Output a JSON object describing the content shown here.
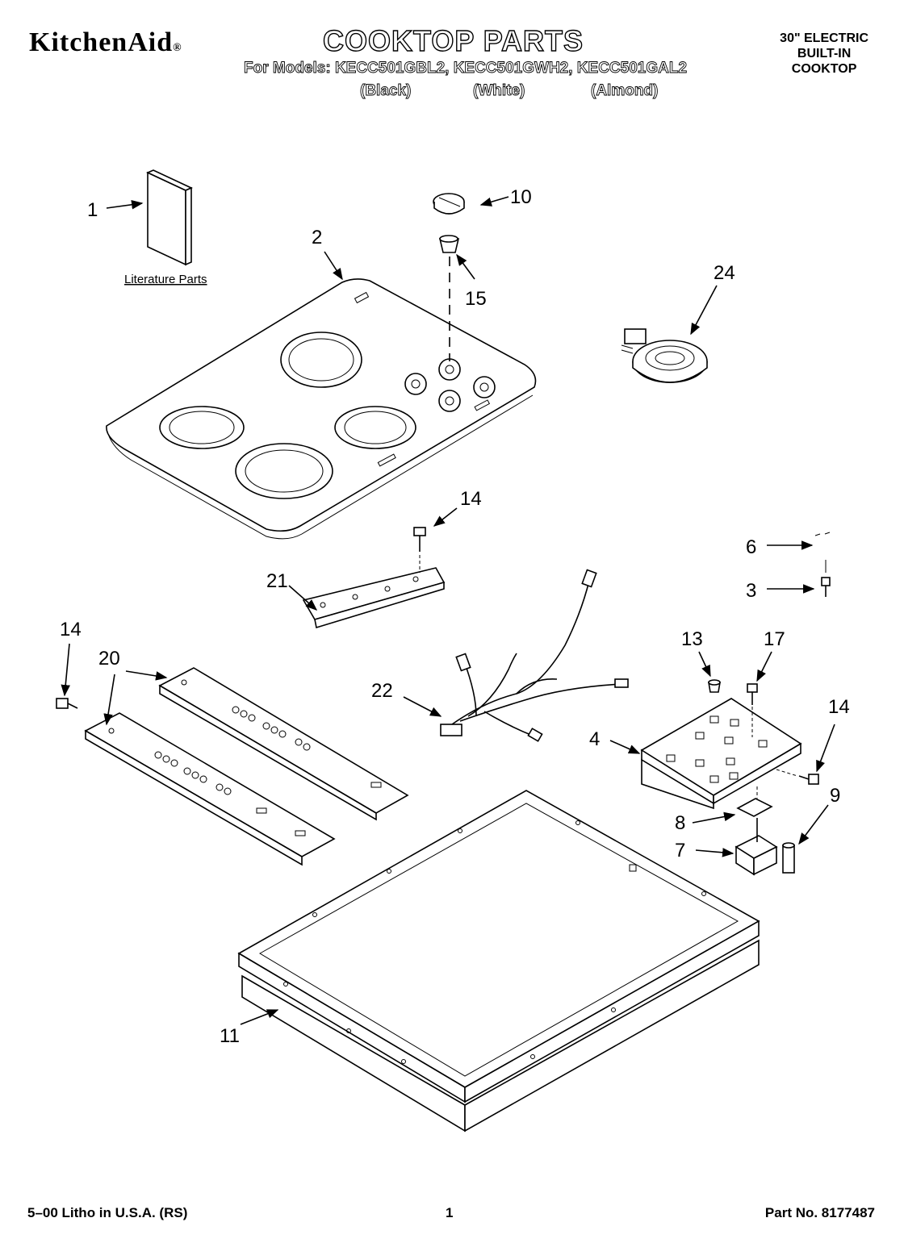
{
  "header": {
    "brand": "KitchenAid",
    "brand_mark": "®",
    "title": "COOKTOP PARTS",
    "models": "For Models: KECC501GBL2, KECC501GWH2, KECC501GAL2",
    "finishes": [
      "(Black)",
      "(White)",
      "(Almond)"
    ],
    "product_type": [
      "30\" ELECTRIC",
      "BUILT-IN",
      "COOKTOP"
    ]
  },
  "diagram": {
    "literature_caption": "Literature Parts",
    "callouts": [
      "1",
      "2",
      "10",
      "15",
      "24",
      "14",
      "6",
      "3",
      "21",
      "14",
      "20",
      "13",
      "17",
      "22",
      "14",
      "4",
      "9",
      "8",
      "7",
      "11"
    ]
  },
  "footer": {
    "litho": "5–00 Litho in U.S.A. (RS)",
    "page": "1",
    "part_no": "Part No. 8177487"
  }
}
